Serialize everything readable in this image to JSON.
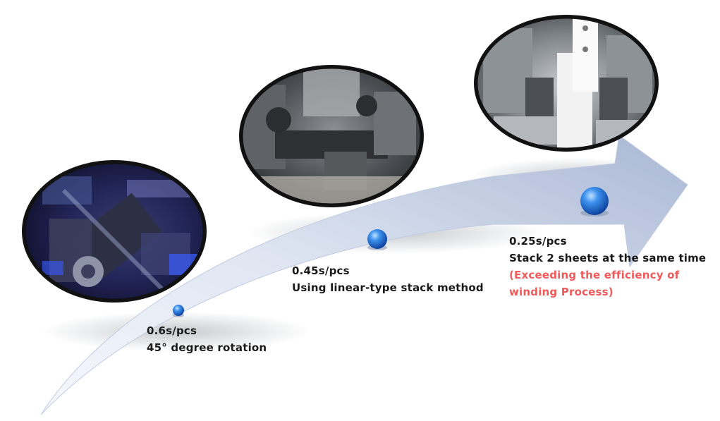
{
  "colors": {
    "arrow_light": "#e8edf6",
    "arrow_dark": "#a5b3d1",
    "dot_blue": "#1f6fd6",
    "accent_red": "#f05a5a",
    "text": "#1a1a1a"
  },
  "stages": [
    {
      "photo_description_icon": "machine-photo-blue-lit",
      "speed": "0.6s/pcs",
      "lines": [
        "45° degree rotation"
      ],
      "highlight_lines": []
    },
    {
      "photo_description_icon": "machine-photo-grey",
      "speed": "0.45s/pcs",
      "lines": [
        "Using linear-type stack method"
      ],
      "highlight_lines": []
    },
    {
      "photo_description_icon": "machine-photo-white-stack",
      "speed": "0.25s/pcs",
      "lines": [
        "Stack 2 sheets at the same time"
      ],
      "highlight_lines": [
        "(Exceeding the efficiency of",
        "winding Process)"
      ]
    }
  ]
}
